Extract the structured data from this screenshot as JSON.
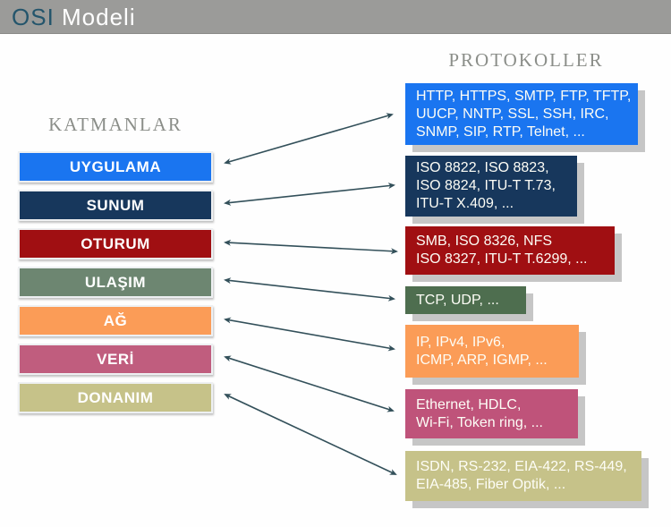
{
  "header": {
    "title_accent": "OSI",
    "title_rest": " Modeli"
  },
  "columns": {
    "layers_heading": "KATMANLAR",
    "protocols_heading": "PROTOKOLLER"
  },
  "layers": [
    {
      "label": "UYGULAMA",
      "color": "#1a75f0"
    },
    {
      "label": "SUNUM",
      "color": "#17375c"
    },
    {
      "label": "OTURUM",
      "color": "#a00f12"
    },
    {
      "label": "ULAŞIM",
      "color": "#6d8671"
    },
    {
      "label": "AĞ",
      "color": "#fb9c57"
    },
    {
      "label": "VERİ",
      "color": "#c05d7e"
    },
    {
      "label": "DONANIM",
      "color": "#c6c289"
    }
  ],
  "protocols": [
    {
      "color": "#1a75f0",
      "lines": [
        "HTTP, HTTPS, SMTP, FTP, TFTP,",
        "UUCP, NNTP, SSL, SSH, IRC,",
        "SNMP, SIP, RTP, Telnet, ..."
      ]
    },
    {
      "color": "#17375c",
      "lines": [
        "ISO 8822, ISO 8823,",
        "ISO 8824, ITU-T T.73,",
        "ITU-T X.409, ..."
      ]
    },
    {
      "color": "#a00f12",
      "lines": [
        "SMB, ISO 8326, NFS",
        "ISO 8327, ITU-T T.6299, ..."
      ]
    },
    {
      "color": "#4e6e4f",
      "lines": [
        "TCP, UDP, ..."
      ]
    },
    {
      "color": "#fb9c57",
      "lines": [
        "IP, IPv4, IPv6,",
        "ICMP, ARP, IGMP, ..."
      ]
    },
    {
      "color": "#bf537a",
      "lines": [
        "Ethernet, HDLC,",
        "Wi-Fi, Token ring, ..."
      ]
    },
    {
      "color": "#c6c289",
      "lines": [
        "ISDN, RS-232, EIA-422, RS-449,",
        "EIA-485, Fiber Optik, ..."
      ]
    }
  ],
  "diagram": {
    "arrow_color": "#33505a",
    "shadow_color": "#c6c6c6",
    "header_bg": "#9b9b99"
  }
}
